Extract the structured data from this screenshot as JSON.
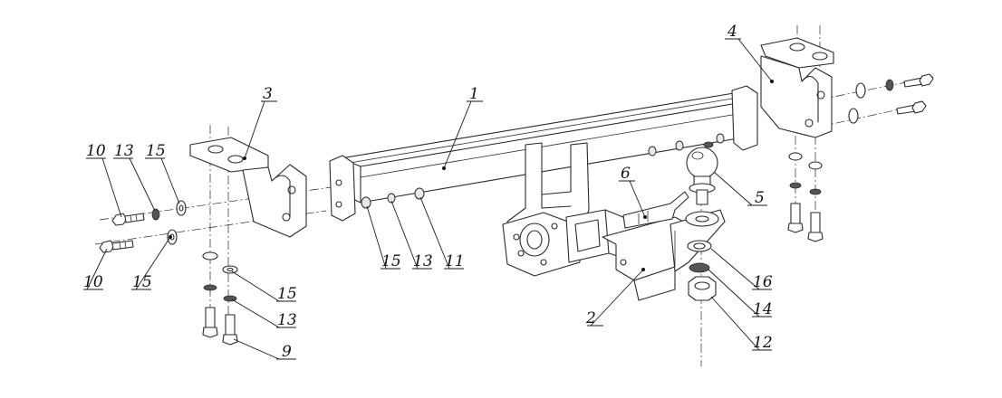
{
  "callouts": [
    {
      "id": "c1",
      "text": "1"
    },
    {
      "id": "c2",
      "text": "2"
    },
    {
      "id": "c3",
      "text": "3"
    },
    {
      "id": "c4",
      "text": "4"
    },
    {
      "id": "c5",
      "text": "5"
    },
    {
      "id": "c6",
      "text": "6"
    },
    {
      "id": "c9",
      "text": "9"
    },
    {
      "id": "c10a",
      "text": "10"
    },
    {
      "id": "c10b",
      "text": "10"
    },
    {
      "id": "c11",
      "text": "11"
    },
    {
      "id": "c12",
      "text": "12"
    },
    {
      "id": "c13a",
      "text": "13"
    },
    {
      "id": "c13b",
      "text": "13"
    },
    {
      "id": "c13c",
      "text": "13"
    },
    {
      "id": "c14",
      "text": "14"
    },
    {
      "id": "c15a",
      "text": "15"
    },
    {
      "id": "c15b",
      "text": "15"
    },
    {
      "id": "c15c",
      "text": "15"
    },
    {
      "id": "c15d",
      "text": "15"
    },
    {
      "id": "c16",
      "text": "16"
    }
  ]
}
